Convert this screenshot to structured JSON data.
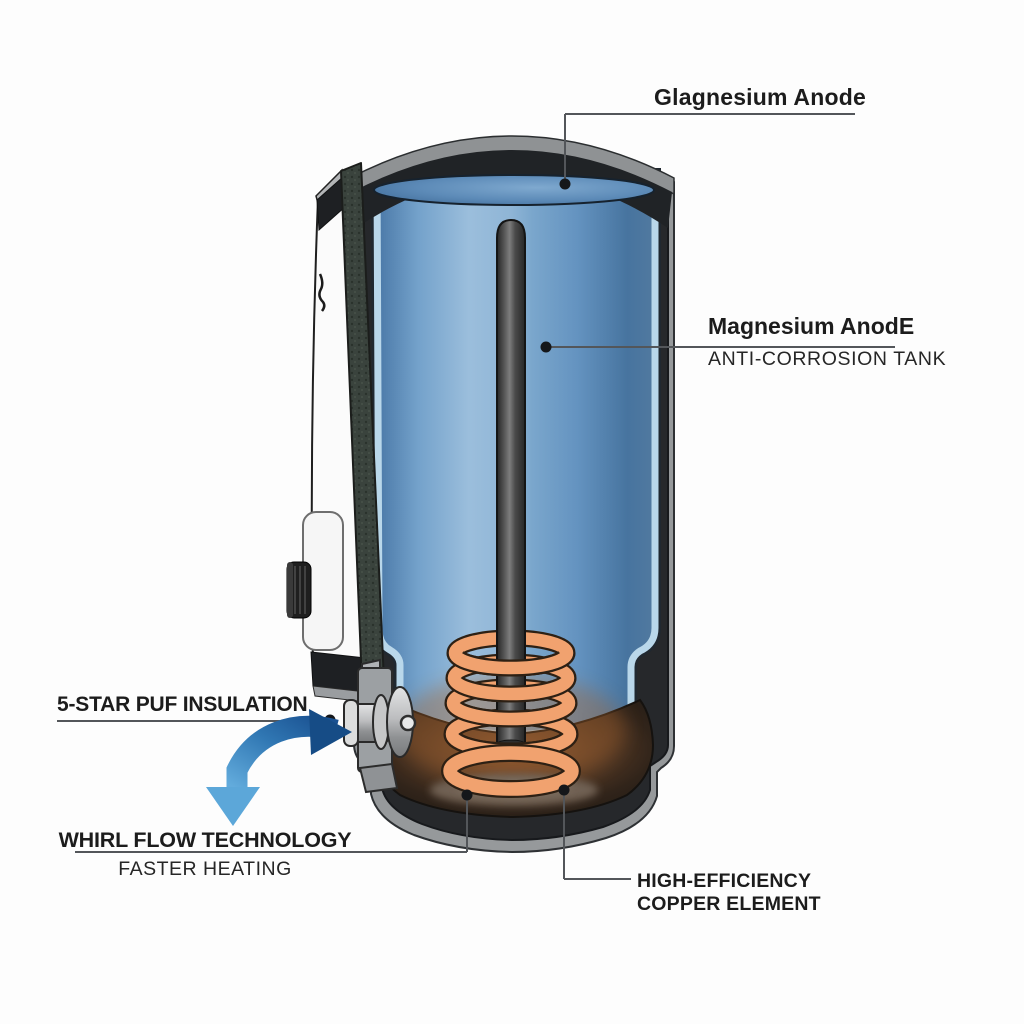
{
  "diagram": {
    "type": "water-heater-cutaway",
    "labels": {
      "anode_top": {
        "title": "Glagnesium Anode"
      },
      "anode_right": {
        "title": "Magnesium AnodE",
        "subtitle": "ANTI-CORROSION TANK"
      },
      "insulation": {
        "title": "5-STAR PUF INSULATION"
      },
      "whirl_flow": {
        "title": "WHIRL FLOW TECHNOLOGY",
        "subtitle": "FASTER HEATING"
      },
      "copper_element": {
        "title": "HIGH-EFFICIENCY",
        "title2": "COPPER ELEMENT"
      }
    },
    "parts": [
      "outer-casing",
      "control-panel",
      "control-knob",
      "puf-insulation-layer",
      "tank-shell",
      "inner-tank-water",
      "water-surface",
      "magnesium-anode-rod",
      "copper-heating-coil",
      "heating-bowl",
      "inlet-valve",
      "flow-arrow"
    ],
    "colors": {
      "water_blue": "#6f9cc8",
      "water_edge": "#4a78a7",
      "lining_blue": "#b9d7ea",
      "tank_wall": "#26282b",
      "rim_gray": "#8f9294",
      "insulation": "#3a433d",
      "coil_orange": "#f1a26f",
      "coil_outline": "#2d2014",
      "bowl_glow": "#8a5632",
      "arrow_dark": "#1a5191",
      "arrow_light": "#62abdc",
      "leader_line": "#53565a",
      "text": "#1c1c1c"
    }
  }
}
